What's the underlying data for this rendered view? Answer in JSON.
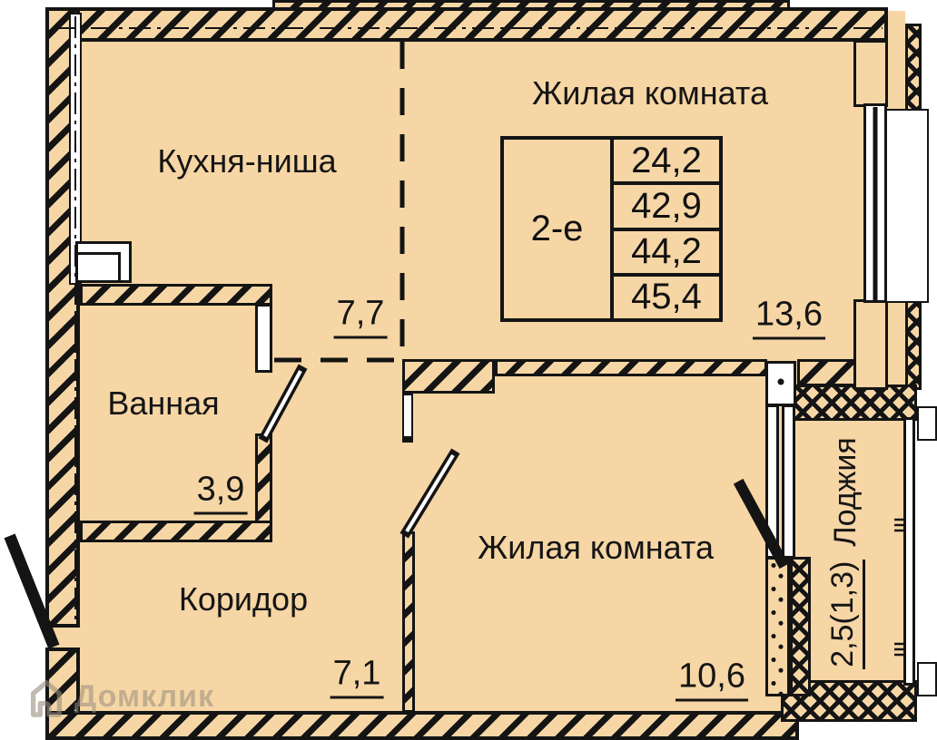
{
  "plan": {
    "rooms": [
      {
        "id": "kitchen",
        "label": "Кухня-ниша",
        "area": "7,7"
      },
      {
        "id": "living-top",
        "label": "Жилая комната",
        "area": "13,6"
      },
      {
        "id": "bathroom",
        "label": "Ванная",
        "area": "3,9"
      },
      {
        "id": "corridor",
        "label": "Коридор",
        "area": "7,1"
      },
      {
        "id": "living-bottom",
        "label": "Жилая комната",
        "area": "10,6"
      },
      {
        "id": "loggia",
        "label": "Лоджия",
        "area": "2,5(1,3)"
      }
    ],
    "info_table": {
      "type_label": "2-е",
      "areas": [
        "24,2",
        "42,9",
        "44,2",
        "45,4"
      ]
    },
    "watermark": "Домклик",
    "colors": {
      "floor": "#f6d6a5",
      "line": "#141414",
      "background": "#ffffff"
    }
  }
}
